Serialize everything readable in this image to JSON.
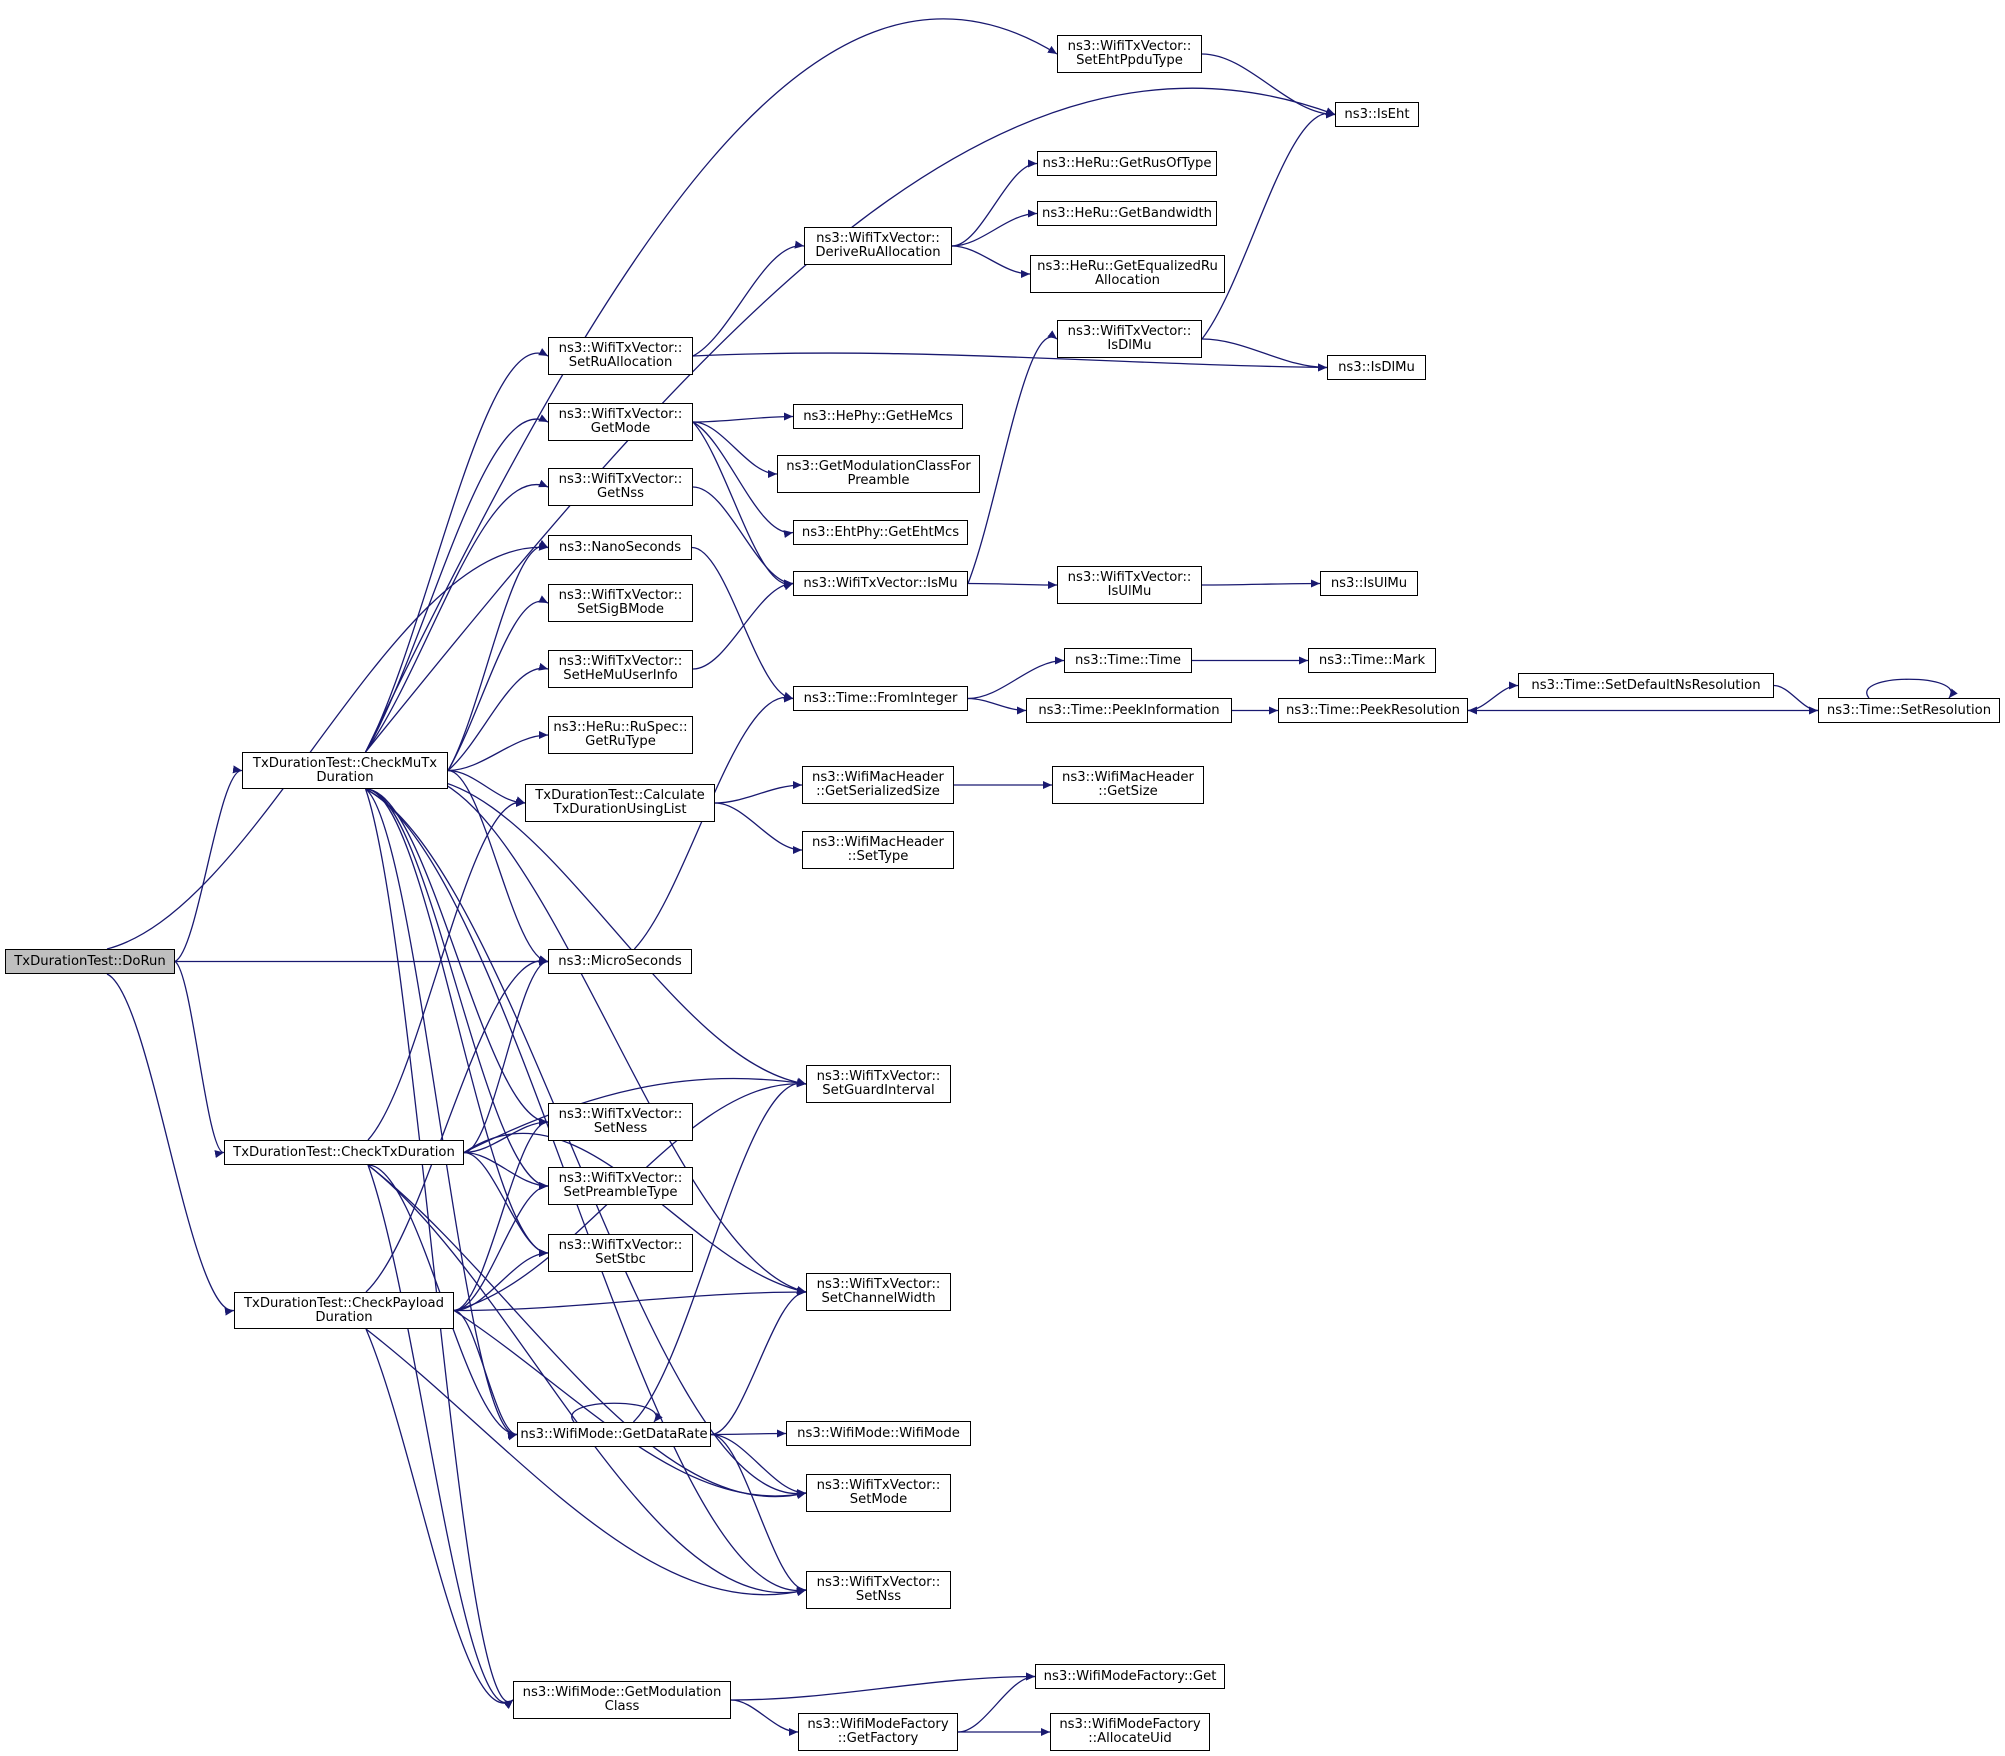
{
  "colors": {
    "edge": "#191970",
    "node_border": "#000000",
    "root_fill": "#bfbfbf",
    "node_fill": "#ffffff"
  },
  "nodes": [
    {
      "id": "dorun",
      "lines": [
        "TxDurationTest::DoRun"
      ],
      "root": true
    },
    {
      "id": "checkmutx",
      "lines": [
        "TxDurationTest::CheckMuTx",
        "Duration"
      ]
    },
    {
      "id": "checktx",
      "lines": [
        "TxDurationTest::CheckTxDuration"
      ]
    },
    {
      "id": "checkpayload",
      "lines": [
        "TxDurationTest::CheckPayload",
        "Duration"
      ]
    },
    {
      "id": "microseconds",
      "lines": [
        "ns3::MicroSeconds"
      ]
    },
    {
      "id": "setehtppdu",
      "lines": [
        "ns3::WifiTxVector::",
        "SetEhtPpduType"
      ]
    },
    {
      "id": "iseht",
      "lines": [
        "ns3::IsEht"
      ]
    },
    {
      "id": "setrualloc",
      "lines": [
        "ns3::WifiTxVector::",
        "SetRuAllocation"
      ]
    },
    {
      "id": "getmode",
      "lines": [
        "ns3::WifiTxVector::",
        "GetMode"
      ]
    },
    {
      "id": "getnss",
      "lines": [
        "ns3::WifiTxVector::",
        "GetNss"
      ]
    },
    {
      "id": "nanoseconds",
      "lines": [
        "ns3::NanoSeconds"
      ]
    },
    {
      "id": "setsigb",
      "lines": [
        "ns3::WifiTxVector::",
        "SetSigBMode"
      ]
    },
    {
      "id": "sethemu",
      "lines": [
        "ns3::WifiTxVector::",
        "SetHeMuUserInfo"
      ]
    },
    {
      "id": "getrutype",
      "lines": [
        "ns3::HeRu::RuSpec::",
        "GetRuType"
      ]
    },
    {
      "id": "calculate",
      "lines": [
        "TxDurationTest::Calculate",
        "TxDurationUsingList"
      ]
    },
    {
      "id": "deriveru",
      "lines": [
        "ns3::WifiTxVector::",
        "DeriveRuAllocation"
      ]
    },
    {
      "id": "getrusoftype",
      "lines": [
        "ns3::HeRu::GetRusOfType"
      ]
    },
    {
      "id": "getbandwidth",
      "lines": [
        "ns3::HeRu::GetBandwidth"
      ]
    },
    {
      "id": "getequalized",
      "lines": [
        "ns3::HeRu::GetEqualizedRu",
        "Allocation"
      ]
    },
    {
      "id": "isdlmuvec",
      "lines": [
        "ns3::WifiTxVector::",
        "IsDlMu"
      ]
    },
    {
      "id": "isdlmu",
      "lines": [
        "ns3::IsDlMu"
      ]
    },
    {
      "id": "gethemcs",
      "lines": [
        "ns3::HePhy::GetHeMcs"
      ]
    },
    {
      "id": "getmodclass",
      "lines": [
        "ns3::GetModulationClassFor",
        "Preamble"
      ]
    },
    {
      "id": "getehtmcs",
      "lines": [
        "ns3::EhtPhy::GetEhtMcs"
      ]
    },
    {
      "id": "ismu",
      "lines": [
        "ns3::WifiTxVector::IsMu"
      ]
    },
    {
      "id": "isulmuvec",
      "lines": [
        "ns3::WifiTxVector::",
        "IsUlMu"
      ]
    },
    {
      "id": "isulmu",
      "lines": [
        "ns3::IsUlMu"
      ]
    },
    {
      "id": "frominteger",
      "lines": [
        "ns3::Time::FromInteger"
      ]
    },
    {
      "id": "timetime",
      "lines": [
        "ns3::Time::Time"
      ]
    },
    {
      "id": "timemark",
      "lines": [
        "ns3::Time::Mark"
      ]
    },
    {
      "id": "peekinfo",
      "lines": [
        "ns3::Time::PeekInformation"
      ]
    },
    {
      "id": "peekres",
      "lines": [
        "ns3::Time::PeekResolution"
      ]
    },
    {
      "id": "setdefaultns",
      "lines": [
        "ns3::Time::SetDefaultNsResolution"
      ]
    },
    {
      "id": "setres",
      "lines": [
        "ns3::Time::SetResolution"
      ]
    },
    {
      "id": "getserialized",
      "lines": [
        "ns3::WifiMacHeader",
        "::GetSerializedSize"
      ]
    },
    {
      "id": "getsize",
      "lines": [
        "ns3::WifiMacHeader",
        "::GetSize"
      ]
    },
    {
      "id": "settype",
      "lines": [
        "ns3::WifiMacHeader",
        "::SetType"
      ]
    },
    {
      "id": "setguard",
      "lines": [
        "ns3::WifiTxVector::",
        "SetGuardInterval"
      ]
    },
    {
      "id": "setness",
      "lines": [
        "ns3::WifiTxVector::",
        "SetNess"
      ]
    },
    {
      "id": "setpreamble",
      "lines": [
        "ns3::WifiTxVector::",
        "SetPreambleType"
      ]
    },
    {
      "id": "setstbc",
      "lines": [
        "ns3::WifiTxVector::",
        "SetStbc"
      ]
    },
    {
      "id": "setchannel",
      "lines": [
        "ns3::WifiTxVector::",
        "SetChannelWidth"
      ]
    },
    {
      "id": "getdatarate",
      "lines": [
        "ns3::WifiMode::GetDataRate"
      ]
    },
    {
      "id": "wifimode",
      "lines": [
        "ns3::WifiMode::WifiMode"
      ]
    },
    {
      "id": "setmode",
      "lines": [
        "ns3::WifiTxVector::",
        "SetMode"
      ]
    },
    {
      "id": "setnss",
      "lines": [
        "ns3::WifiTxVector::",
        "SetNss"
      ]
    },
    {
      "id": "getmodulation",
      "lines": [
        "ns3::WifiMode::GetModulation",
        "Class"
      ]
    },
    {
      "id": "factoryget",
      "lines": [
        "ns3::WifiModeFactory::Get"
      ]
    },
    {
      "id": "getfactory",
      "lines": [
        "ns3::WifiModeFactory",
        "::GetFactory"
      ]
    },
    {
      "id": "allocuid",
      "lines": [
        "ns3::WifiModeFactory",
        "::AllocateUid"
      ]
    }
  ],
  "edges": [
    [
      "dorun",
      "checkmutx"
    ],
    [
      "dorun",
      "microseconds"
    ],
    [
      "dorun",
      "checktx"
    ],
    [
      "dorun",
      "checkpayload"
    ],
    [
      "dorun",
      "nanoseconds"
    ],
    [
      "checkmutx",
      "setehtppdu"
    ],
    [
      "checkmutx",
      "iseht"
    ],
    [
      "checkmutx",
      "setrualloc"
    ],
    [
      "checkmutx",
      "getmode"
    ],
    [
      "checkmutx",
      "getnss"
    ],
    [
      "checkmutx",
      "nanoseconds"
    ],
    [
      "checkmutx",
      "setsigb"
    ],
    [
      "checkmutx",
      "sethemu"
    ],
    [
      "checkmutx",
      "getrutype"
    ],
    [
      "checkmutx",
      "calculate"
    ],
    [
      "checkmutx",
      "microseconds"
    ],
    [
      "checkmutx",
      "setguard"
    ],
    [
      "checkmutx",
      "setness"
    ],
    [
      "checkmutx",
      "setpreamble"
    ],
    [
      "checkmutx",
      "setstbc"
    ],
    [
      "checkmutx",
      "setchannel"
    ],
    [
      "checkmutx",
      "getdatarate"
    ],
    [
      "checkmutx",
      "setmode"
    ],
    [
      "checkmutx",
      "setnss"
    ],
    [
      "checkmutx",
      "getmodulation"
    ],
    [
      "checktx",
      "calculate"
    ],
    [
      "checktx",
      "microseconds"
    ],
    [
      "checktx",
      "setguard"
    ],
    [
      "checktx",
      "setness"
    ],
    [
      "checktx",
      "setpreamble"
    ],
    [
      "checktx",
      "setstbc"
    ],
    [
      "checktx",
      "setchannel"
    ],
    [
      "checktx",
      "getdatarate"
    ],
    [
      "checktx",
      "setmode"
    ],
    [
      "checktx",
      "setnss"
    ],
    [
      "checktx",
      "getmodulation"
    ],
    [
      "checkpayload",
      "microseconds"
    ],
    [
      "checkpayload",
      "setness"
    ],
    [
      "checkpayload",
      "setpreamble"
    ],
    [
      "checkpayload",
      "setstbc"
    ],
    [
      "checkpayload",
      "setguard"
    ],
    [
      "checkpayload",
      "setchannel"
    ],
    [
      "checkpayload",
      "getdatarate"
    ],
    [
      "checkpayload",
      "setmode"
    ],
    [
      "checkpayload",
      "setnss"
    ],
    [
      "checkpayload",
      "getmodulation"
    ],
    [
      "setehtppdu",
      "iseht"
    ],
    [
      "setrualloc",
      "deriveru"
    ],
    [
      "setrualloc",
      "isdlmu"
    ],
    [
      "deriveru",
      "getrusoftype"
    ],
    [
      "deriveru",
      "getbandwidth"
    ],
    [
      "deriveru",
      "getequalized"
    ],
    [
      "isdlmuvec",
      "iseht"
    ],
    [
      "isdlmuvec",
      "isdlmu"
    ],
    [
      "getmode",
      "gethemcs"
    ],
    [
      "getmode",
      "getmodclass"
    ],
    [
      "getmode",
      "getehtmcs"
    ],
    [
      "getmode",
      "ismu"
    ],
    [
      "getnss",
      "ismu"
    ],
    [
      "ismu",
      "isdlmuvec"
    ],
    [
      "ismu",
      "isulmuvec"
    ],
    [
      "isulmuvec",
      "isulmu"
    ],
    [
      "nanoseconds",
      "frominteger"
    ],
    [
      "microseconds",
      "frominteger"
    ],
    [
      "sethemu",
      "ismu"
    ],
    [
      "frominteger",
      "timetime"
    ],
    [
      "frominteger",
      "peekinfo"
    ],
    [
      "timetime",
      "timemark"
    ],
    [
      "peekinfo",
      "peekres"
    ],
    [
      "peekres",
      "setdefaultns"
    ],
    [
      "setdefaultns",
      "setres"
    ],
    [
      "setres",
      "peekres"
    ],
    [
      "setres",
      "setres"
    ],
    [
      "calculate",
      "getserialized"
    ],
    [
      "calculate",
      "settype"
    ],
    [
      "getserialized",
      "getsize"
    ],
    [
      "getdatarate",
      "getdatarate"
    ],
    [
      "getdatarate",
      "wifimode"
    ],
    [
      "getdatarate",
      "setguard"
    ],
    [
      "getdatarate",
      "setchannel"
    ],
    [
      "getdatarate",
      "setmode"
    ],
    [
      "getdatarate",
      "setnss"
    ],
    [
      "getmodulation",
      "factoryget"
    ],
    [
      "getmodulation",
      "getfactory"
    ],
    [
      "getfactory",
      "factoryget"
    ],
    [
      "getfactory",
      "allocuid"
    ]
  ]
}
